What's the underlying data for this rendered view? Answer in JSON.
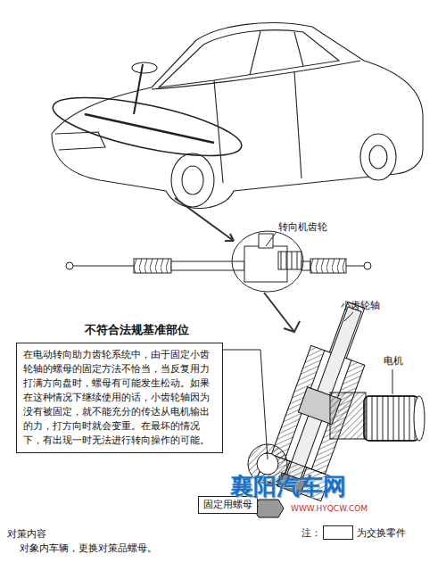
{
  "diagram": {
    "nodes": [
      {
        "text": [
          "不符合法规基准部位",
          "在电动转向助力齿轮系统中，由于固定小齿轮轴的螺母的固定方法不恰当，当反复用力打满方向盘时，螺母有可能发生松动。如果在这种情况下继续使用的话，小齿轮轴因为没有被固定，就不能充分的传达从电机输出的力，打方向时就会变重。在最坏的情况下，有出现一时无法进行转向操作的可能。"
        ]
      },
      {
        "text": [
          "固定用螺母"
        ]
      }
    ],
    "labels": [
      "转向机齿轮",
      "小齿轮轴",
      "电机",
      "襄阳汽车网",
      "WWW.HYQCW.COM",
      "对策内容",
      "对象内车辆，更换对策品螺母。",
      "注：",
      "为交换零件"
    ]
  }
}
